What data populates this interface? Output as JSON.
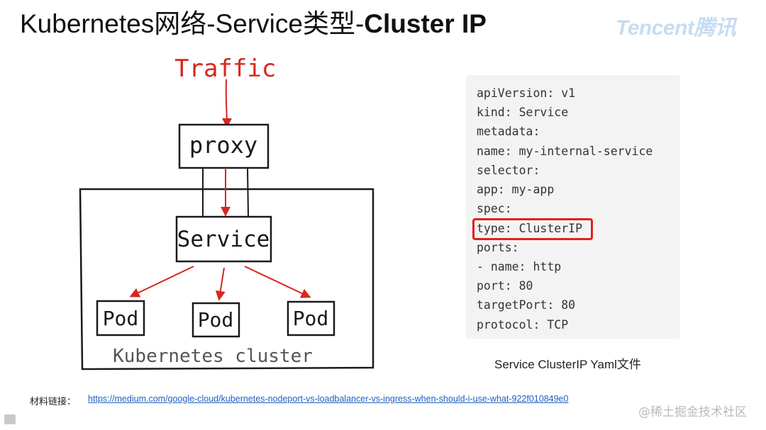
{
  "title": {
    "prefix": "Kubernetes网络-Service类型-",
    "bold": "Cluster IP"
  },
  "brand": "Tencent腾讯",
  "diagram": {
    "traffic": "Traffic",
    "proxy": "proxy",
    "service": "Service",
    "pods": [
      "Pod",
      "Pod",
      "Pod"
    ],
    "cluster": "Kubernetes cluster",
    "colors": {
      "arrow": "#d8261f",
      "ink": "#1a1a1a",
      "cluster_text": "#555555"
    }
  },
  "yaml": {
    "lines": [
      "apiVersion: v1",
      "kind: Service",
      "metadata:",
      "name: my-internal-service",
      "selector:",
      "app: my-app",
      "spec:",
      "type: ClusterIP",
      "ports:",
      "- name: http",
      "port: 80",
      "targetPort: 80",
      "protocol: TCP"
    ],
    "highlight_color": "#e0221e"
  },
  "caption": "Service ClusterIP Yaml文件",
  "reference": {
    "label": "材料链接：",
    "url": "https://medium.com/google-cloud/kubernetes-nodeport-vs-loadbalancer-vs-ingress-when-should-i-use-what-922f010849e0"
  },
  "watermark": "@稀土掘金技术社区"
}
